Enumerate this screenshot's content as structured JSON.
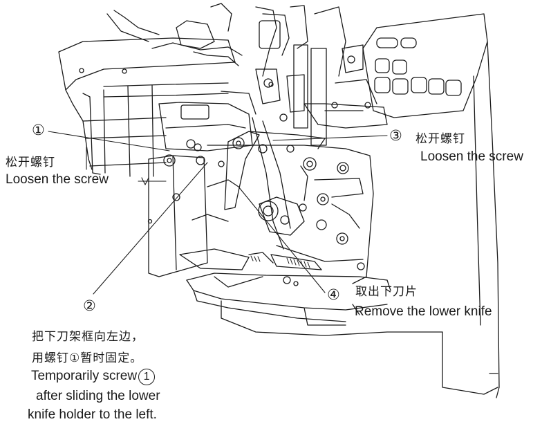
{
  "callouts": {
    "c1": {
      "number": "①",
      "zh": "松开螺钉",
      "en": "Loosen the screw"
    },
    "c2": {
      "number": "②",
      "zh_line1": "把下刀架框向左边，",
      "zh_line2": "用螺钉①暂时固定。",
      "en_line1_text": "Temporarily screw",
      "en_line1_num": "1",
      "en_line2": "after sliding the lower",
      "en_line3": "knife holder to the left."
    },
    "c3": {
      "number": "③",
      "zh": "松开螺钉",
      "en": "Loosen the screw"
    },
    "c4": {
      "number": "④",
      "zh": "取出下刀片",
      "en": "Remove the lower knife"
    }
  },
  "colors": {
    "line": "#1a1a1a",
    "background": "#ffffff"
  }
}
